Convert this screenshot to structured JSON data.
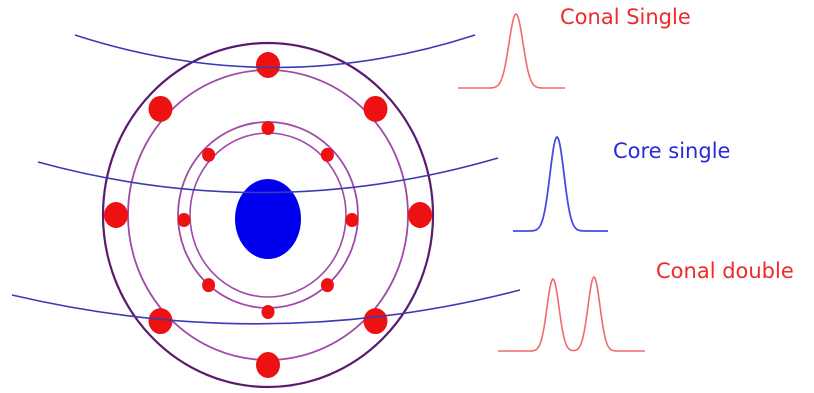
{
  "colors": {
    "conal": "#ee2a2a",
    "conal_profile": "#f26a6a",
    "core": "#2a2ad6",
    "core_profile": "#4a4ae6",
    "core_disk": "#0000ee",
    "ring_outer": "#5a1a72",
    "ring_inner": "#a04aa8",
    "sightline": "#3a3ab4",
    "beam_dot": "#ee1111"
  },
  "labels": {
    "conal_single": "Conal Single",
    "core_single": "Core single",
    "conal_double": "Conal double"
  },
  "rings": [
    {
      "name": "outer-cone-outer-ring",
      "role": "outer",
      "count": 8
    },
    {
      "name": "outer-cone-inner-ring",
      "role": "inner",
      "count": 0
    },
    {
      "name": "inner-cone-outer-ring",
      "role": "inner",
      "count": 8
    },
    {
      "name": "inner-cone-inner-ring",
      "role": "inner",
      "count": 0
    }
  ],
  "profiles": [
    {
      "name": "conal-single-profile",
      "type": "single",
      "color_key": "conal_profile"
    },
    {
      "name": "core-single-profile",
      "type": "single",
      "color_key": "core_profile"
    },
    {
      "name": "conal-double-profile",
      "type": "double",
      "color_key": "conal_profile"
    }
  ]
}
